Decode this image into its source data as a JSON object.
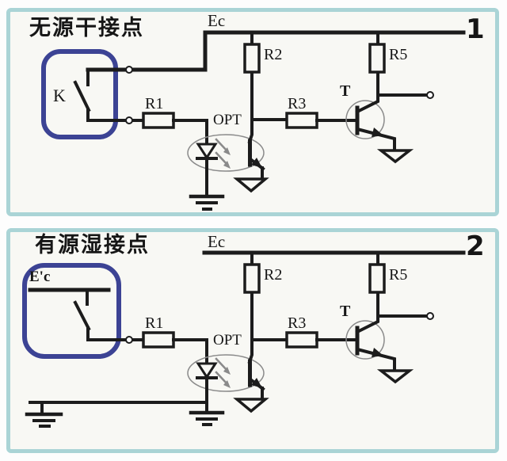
{
  "colors": {
    "panel_border": "#aad4d6",
    "panel_background": "#f8f8f4",
    "highlight_box": "#3c4394",
    "wire": "#1c1c1c",
    "component_outline_gray": "#8a8a8a"
  },
  "panels": [
    {
      "badge": "1",
      "title": "无源干接点",
      "power_rail": "Ec",
      "contact_box": {
        "switch": "K"
      },
      "labels": {
        "r1": "R1",
        "r2": "R2",
        "r3": "R3",
        "r5": "R5",
        "opt": "OPT",
        "transistor": "T"
      }
    },
    {
      "badge": "2",
      "title": "有源湿接点",
      "power_rail": "Ec",
      "contact_box": {
        "source": "E'c"
      },
      "labels": {
        "r1": "R1",
        "r2": "R2",
        "r3": "R3",
        "r5": "R5",
        "opt": "OPT",
        "transistor": "T"
      }
    }
  ]
}
